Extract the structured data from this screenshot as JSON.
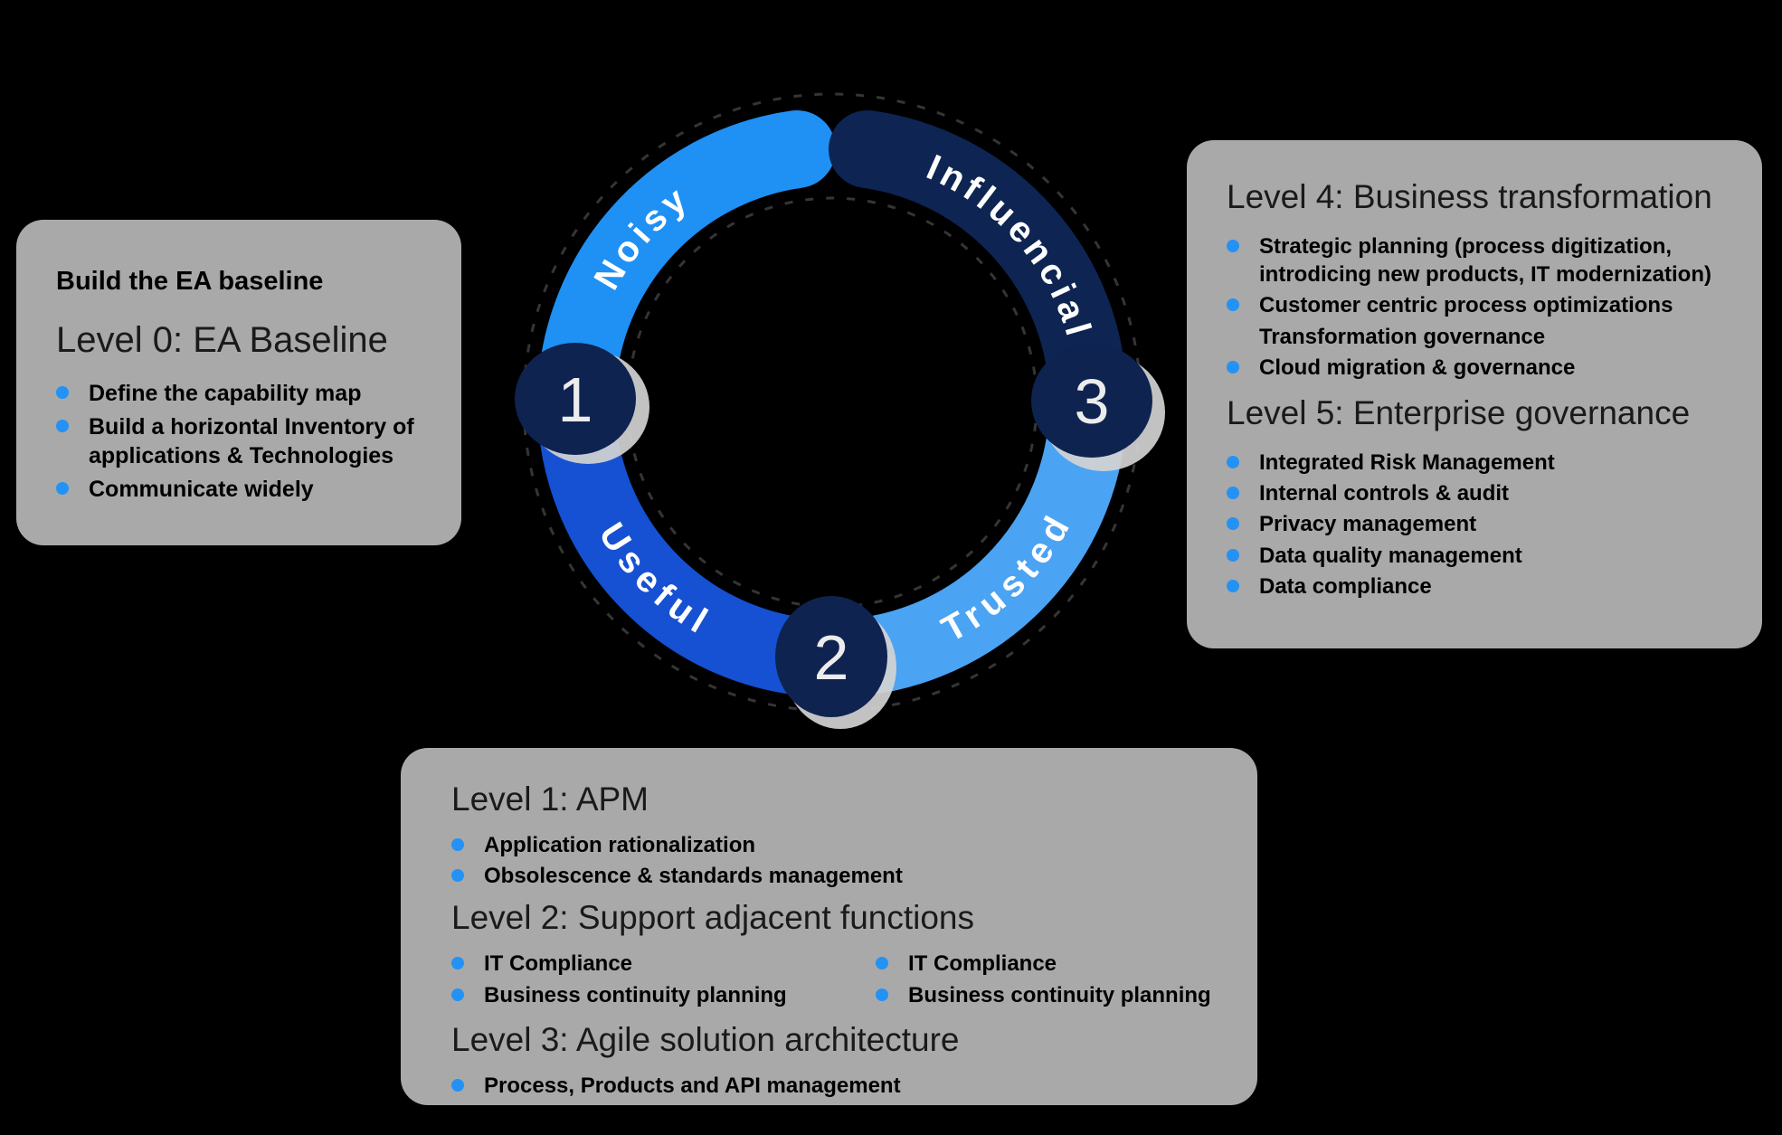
{
  "diagram": {
    "segments": [
      {
        "id": "noisy",
        "label": "Noisy",
        "color": "#1f90f4"
      },
      {
        "id": "useful",
        "label": "Useful",
        "color": "#1551d2"
      },
      {
        "id": "trusted",
        "label": "Trusted",
        "color": "#4ba3f3"
      },
      {
        "id": "influencial",
        "label": "Influencial",
        "color": "#0e2452"
      }
    ],
    "nodes": [
      {
        "number": "1"
      },
      {
        "number": "2"
      },
      {
        "number": "3"
      }
    ],
    "node_color": "#0f2350"
  },
  "cards": {
    "left": {
      "title": "Build the EA baseline",
      "heading": "Level 0: EA Baseline",
      "bullets": [
        "Define the capability map",
        "Build a horizontal Inventory of applications & Technologies",
        "Communicate widely"
      ]
    },
    "right": {
      "heading4": "Level 4: Business transformation",
      "items4": [
        "Strategic planning (process digitization, introdicing new products, IT modernization)",
        "Customer centric process optimizations",
        "Transformation governance",
        "Cloud migration & governance"
      ],
      "heading5": "Level 5: Enterprise governance",
      "items5": [
        "Integrated Risk Management",
        "Internal controls & audit",
        "Privacy management",
        "Data quality management",
        "Data compliance"
      ]
    },
    "bottom": {
      "heading1": "Level 1: APM",
      "items1": [
        "Application rationalization",
        "Obsolescence & standards management"
      ],
      "heading2": "Level 2: Support adjacent functions",
      "col1": [
        "IT Compliance",
        "Business continuity planning"
      ],
      "col2": [
        "IT Compliance",
        "Business continuity planning"
      ],
      "heading3": "Level 3: Agile solution architecture",
      "items3": [
        "Process, Products and API management"
      ]
    }
  },
  "colors": {
    "background": "#000000",
    "card_gray": "#a9a9a9",
    "bullet_blue": "#2492f4",
    "ring_label_text": "#ffffff",
    "node_number_text": "#ececec"
  }
}
